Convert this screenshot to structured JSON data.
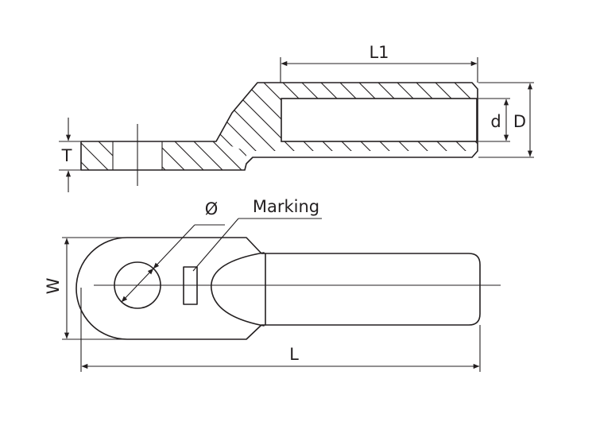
{
  "labels": {
    "length_total": "L",
    "length_barrel": "L1",
    "width": "W",
    "thickness": "T",
    "inner_diameter": "d",
    "outer_diameter": "D",
    "hole_diameter": "Ø",
    "marking": "Marking"
  }
}
